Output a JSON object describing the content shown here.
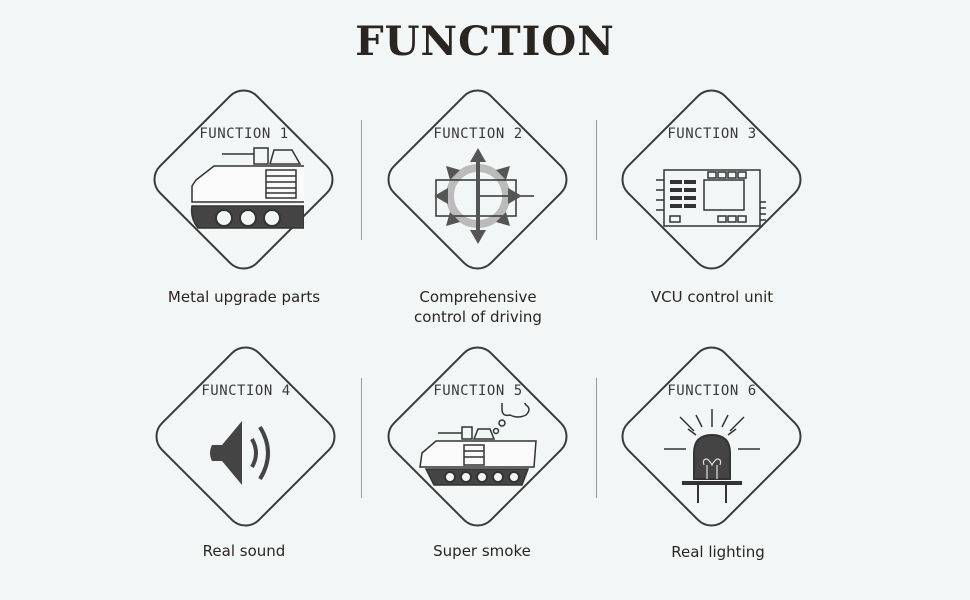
{
  "title": "FUNCTION",
  "functions": [
    {
      "label": "FUNCTION 1",
      "caption": "Metal upgrade parts",
      "icon": "armored-vehicle-icon"
    },
    {
      "label": "FUNCTION 2",
      "caption_line1": "Comprehensive",
      "caption_line2": "control of driving",
      "icon": "drive-control-icon"
    },
    {
      "label": "FUNCTION 3",
      "caption": "VCU control unit",
      "icon": "circuit-board-icon"
    },
    {
      "label": "FUNCTION 4",
      "caption": "Real sound",
      "icon": "speaker-icon"
    },
    {
      "label": "FUNCTION 5",
      "caption": "Super smoke",
      "icon": "smoking-vehicle-icon"
    },
    {
      "label": "FUNCTION 6",
      "caption": "Real lighting",
      "icon": "light-bulb-icon"
    }
  ]
}
